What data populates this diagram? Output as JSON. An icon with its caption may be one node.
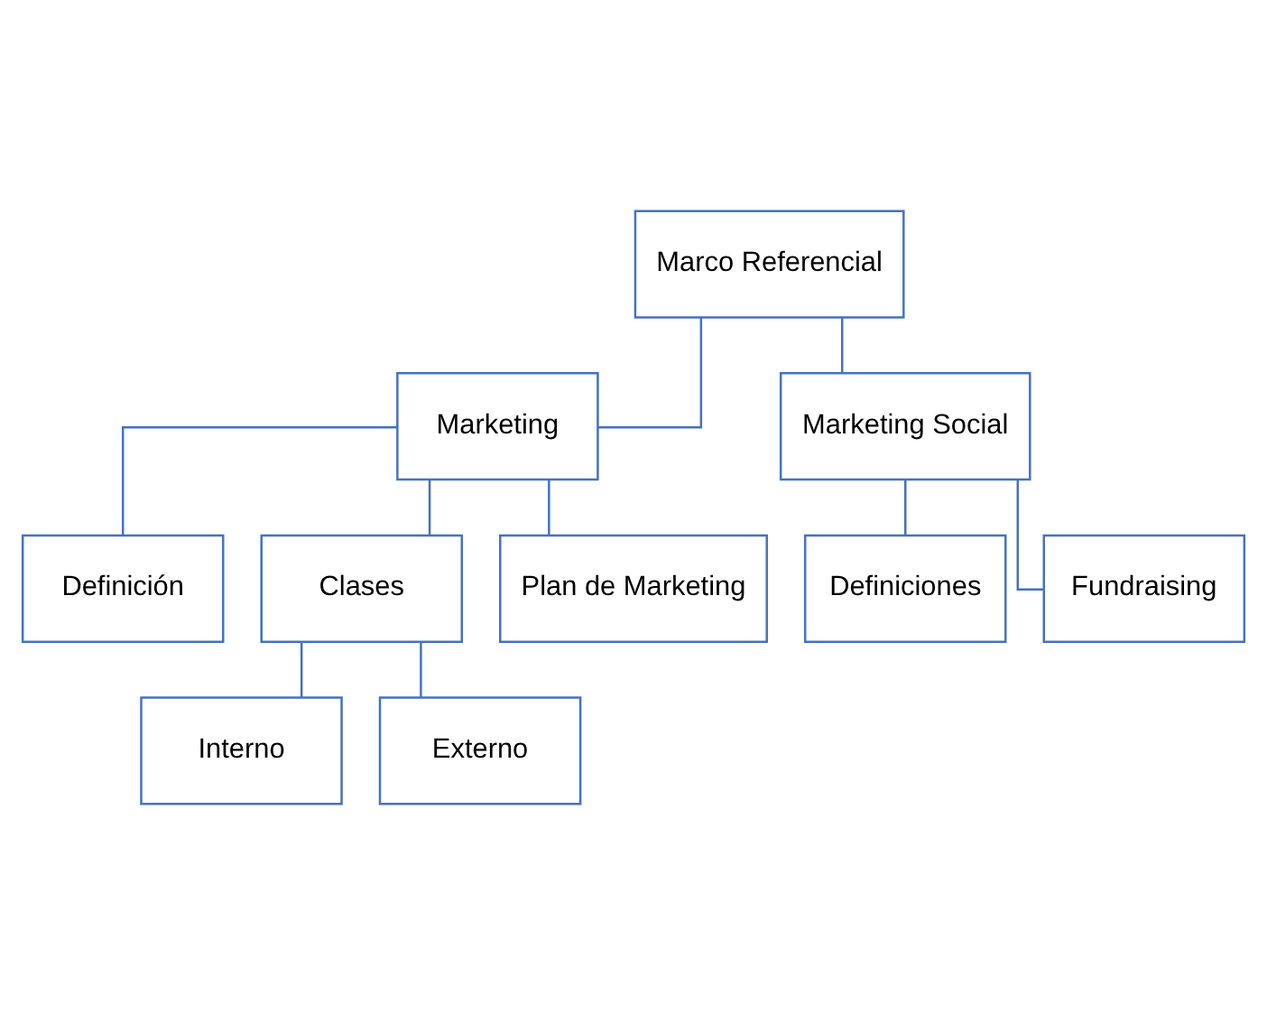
{
  "diagram": {
    "nodes": [
      {
        "text": [
          "Marco Referencial"
        ]
      },
      {
        "text": [
          "Marketing"
        ]
      },
      {
        "text": [
          "Marketing Social"
        ]
      },
      {
        "text": [
          "Definición"
        ]
      },
      {
        "text": [
          "Clases"
        ]
      },
      {
        "text": [
          "Plan de Marketing"
        ]
      },
      {
        "text": [
          "Interno"
        ]
      },
      {
        "text": [
          "Externo"
        ]
      },
      {
        "text": [
          "Definiciones"
        ]
      },
      {
        "text": [
          "Fundraising"
        ]
      }
    ],
    "edges": [
      {
        "from": 0,
        "to": 1,
        "arrow": "none"
      },
      {
        "from": 0,
        "to": 2,
        "arrow": "none"
      },
      {
        "from": 1,
        "to": 3,
        "arrow": "none"
      },
      {
        "from": 1,
        "to": 4,
        "arrow": "none"
      },
      {
        "from": 1,
        "to": 5,
        "arrow": "none"
      },
      {
        "from": 4,
        "to": 6,
        "arrow": "none"
      },
      {
        "from": 4,
        "to": 7,
        "arrow": "none"
      },
      {
        "from": 2,
        "to": 8,
        "arrow": "none"
      },
      {
        "from": 2,
        "to": 9,
        "arrow": "none"
      }
    ]
  }
}
